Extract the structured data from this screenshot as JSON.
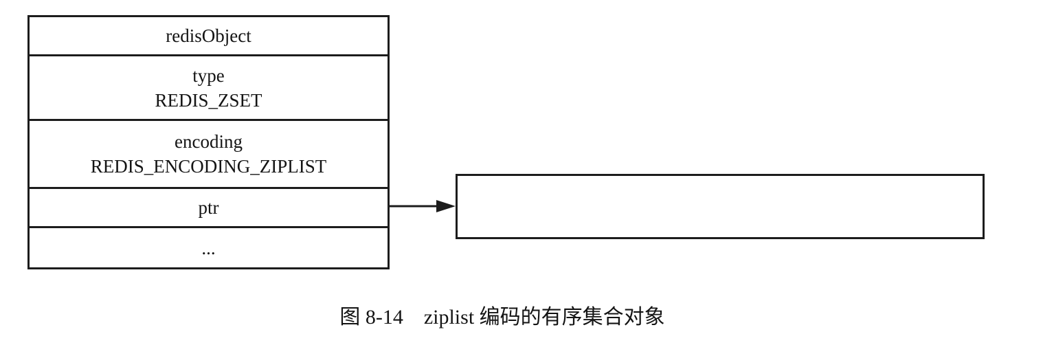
{
  "diagram": {
    "redis_object_box": {
      "rows": [
        {
          "lines": [
            "redisObject"
          ]
        },
        {
          "lines": [
            "type",
            "REDIS_ZSET"
          ]
        },
        {
          "lines": [
            "encoding",
            "REDIS_ENCODING_ZIPLIST"
          ]
        },
        {
          "lines": [
            "ptr"
          ]
        },
        {
          "lines": [
            "..."
          ]
        }
      ]
    },
    "ziplist_box": {
      "label": ""
    },
    "caption": "图 8-14　ziplist 编码的有序集合对象"
  },
  "colors": {
    "line": "#1c1c1c",
    "background": "#ffffff"
  }
}
